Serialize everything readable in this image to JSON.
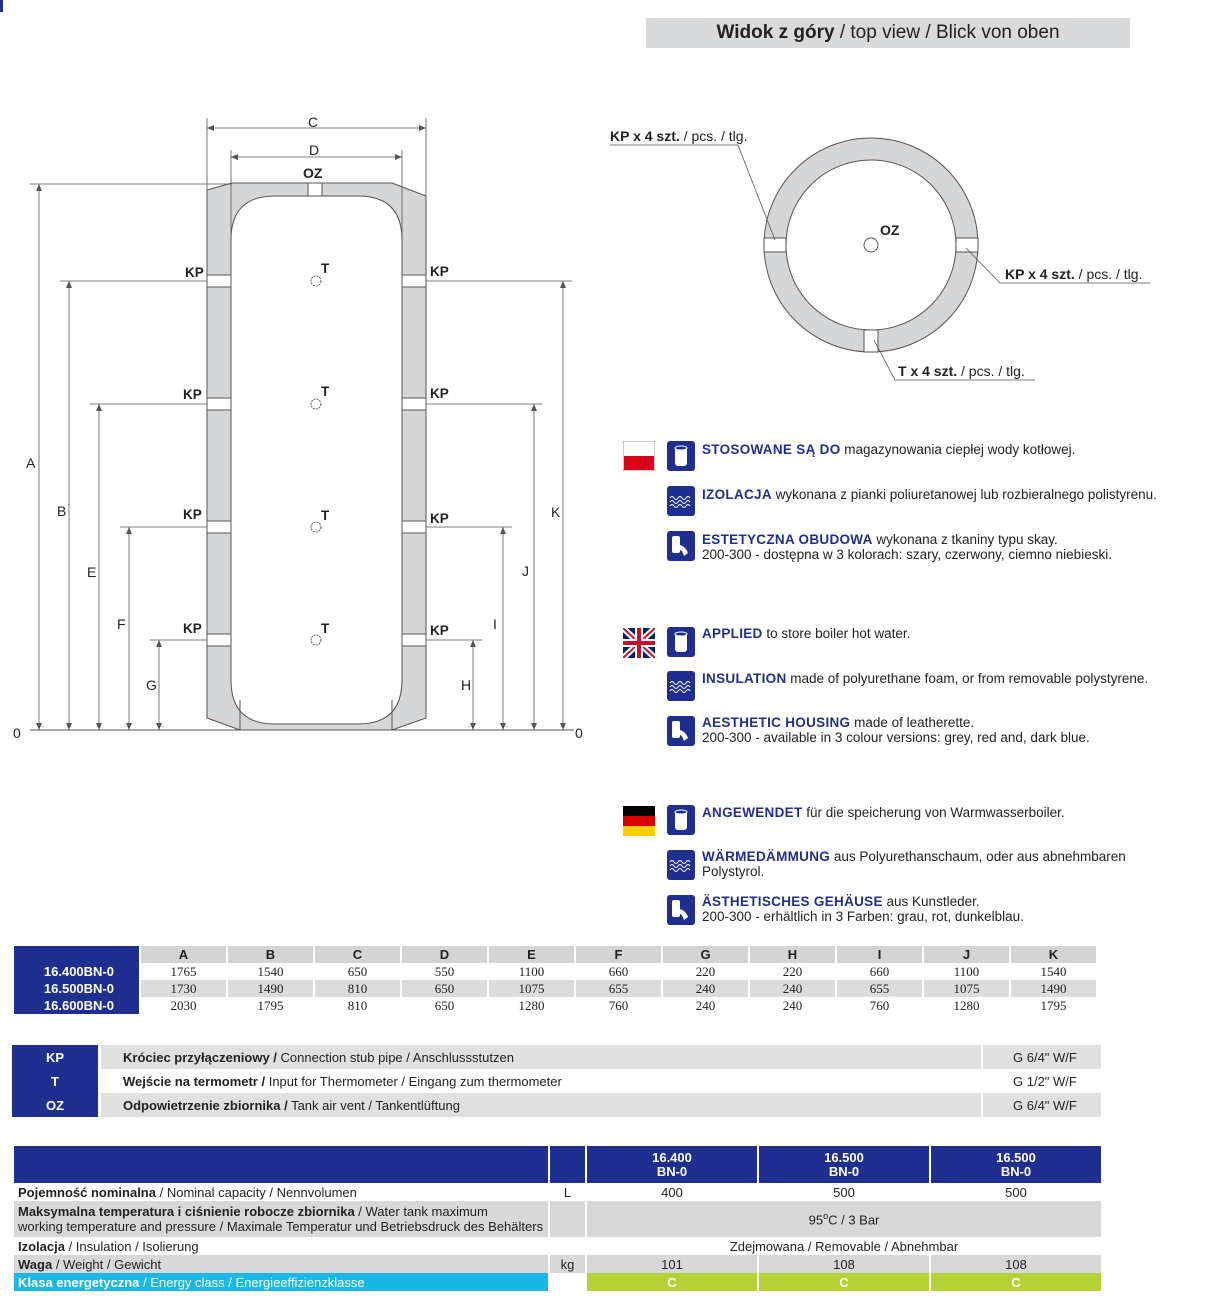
{
  "title": {
    "pl": "Widok z góry",
    "sep": "/",
    "en": "top view",
    "de": "Blick von oben"
  },
  "drawing": {
    "labels": {
      "A": "A",
      "B": "B",
      "C": "C",
      "D": "D",
      "E": "E",
      "F": "F",
      "G": "G",
      "H": "H",
      "I": "I",
      "J": "J",
      "K": "K",
      "zero": "0",
      "oz": "OZ",
      "kp": "KP",
      "t": "T"
    }
  },
  "topview": {
    "oz": "OZ",
    "kp_top": {
      "bold": "KP x 4 szt.",
      "rest": "/ pcs. / tlg."
    },
    "kp_right": {
      "bold": "KP x 4 szt.",
      "rest": "/ pcs. / tlg."
    },
    "t_bottom": {
      "bold": "T x 4 szt.",
      "rest": "/ pcs. / tlg."
    }
  },
  "features": {
    "pl": [
      {
        "key": "STOSOWANE SĄ DO",
        "text": " magazynowania ciepłej wody kotłowej."
      },
      {
        "key": "IZOLACJA",
        "text": " wykonana z pianki poliuretanowej lub rozbieralnego polistyrenu."
      },
      {
        "key": "ESTETYCZNA OBUDOWA",
        "text": " wykonana z tkaniny typu skay.",
        "line2": "200-300 - dostępna w 3 kolorach: szary, czerwony, ciemno niebieski."
      }
    ],
    "en": [
      {
        "key": "APPLIED",
        "text": " to store boiler hot water."
      },
      {
        "key": "INSULATION",
        "text": " made of polyurethane foam, or from removable polystyrene."
      },
      {
        "key": "AESTHETIC HOUSING",
        "text": " made of leatherette.",
        "line2": "200-300 - available in 3 colour versions: grey, red and, dark blue."
      }
    ],
    "de": [
      {
        "key": "ANGEWENDET",
        "text": " für die speicherung von Warmwasserboiler."
      },
      {
        "key": "WÄRMEDÄMMUNG",
        "text": " aus Polyurethanschaum, oder aus abnehmbaren",
        "line2": "Polystyrol."
      },
      {
        "key": "ÄSTHETISCHES GEHÄUSE",
        "text": " aus Kunstleder.",
        "line2": "200-300 - erhältlich in 3 Farben: grau, rot, dunkelblau."
      }
    ]
  },
  "dims_table": {
    "headers": [
      "A",
      "B",
      "C",
      "D",
      "E",
      "F",
      "G",
      "H",
      "I",
      "J",
      "K"
    ],
    "rows": [
      {
        "model": "16.400BN-0",
        "values": [
          "1765",
          "1540",
          "650",
          "550",
          "1100",
          "660",
          "220",
          "220",
          "660",
          "1100",
          "1540"
        ]
      },
      {
        "model": "16.500BN-0",
        "values": [
          "1730",
          "1490",
          "810",
          "650",
          "1075",
          "655",
          "240",
          "240",
          "655",
          "1075",
          "1490"
        ]
      },
      {
        "model": "16.600BN-0",
        "values": [
          "2030",
          "1795",
          "810",
          "650",
          "1280",
          "760",
          "240",
          "240",
          "760",
          "1280",
          "1795"
        ]
      }
    ]
  },
  "connections": [
    {
      "code": "KP",
      "bold": "Króciec przyłączeniowy /",
      "rest": " Connection stub pipe / Anschlussstutzen",
      "value": "G 6/4\" W/F"
    },
    {
      "code": "T",
      "bold": "Wejście na termometr /",
      "rest": " Input for Thermometer / Eingang zum thermometer",
      "value": "G 1/2\" W/F"
    },
    {
      "code": "OZ",
      "bold": "Odpowietrzenie zbiornika /",
      "rest": " Tank air vent / Tankentlüftung",
      "value": "G 6/4\" W/F"
    }
  ],
  "spec": {
    "cols": [
      {
        "l1": "16.400",
        "l2": "BN-0"
      },
      {
        "l1": "16.500",
        "l2": "BN-0"
      },
      {
        "l1": "16.500",
        "l2": "BN-0"
      }
    ],
    "capacity": {
      "bold": "Pojemność nominalna",
      "rest": " / Nominal capacity / Nennvolumen",
      "unit": "L",
      "values": [
        "400",
        "500",
        "500"
      ]
    },
    "maxtemp": {
      "bold": "Maksymalna temperatura i ciśnienie robocze zbiornika",
      "rest": " / Water tank maximum",
      "line2": "working temperature and pressure / Maximale Temperatur und Betriebsdruck des Behälters",
      "value_pre": "95",
      "value_sup": "o",
      "value_post": "C / 3 Bar"
    },
    "insulation": {
      "bold": "Izolacja",
      "rest": " / Insulation / Isolierung",
      "value": "Zdejmowana / Removable / Abnehmbar"
    },
    "weight": {
      "bold": "Waga",
      "rest": " / Weight / Gewicht",
      "unit": "kg",
      "values": [
        "101",
        "108",
        "108"
      ]
    },
    "energy": {
      "bold": "Klasa energetyczna",
      "rest": " / Energy class / Energieeffizienzklasse",
      "values": [
        "C",
        "C",
        "C"
      ]
    }
  },
  "colors": {
    "brand_blue": "#1f2f8f",
    "grey": "#d9dadb",
    "energy_label": "#19b8e6",
    "energy_value": "#b5d334"
  },
  "icons": [
    "tank-icon",
    "insulation-icon",
    "housing-icon"
  ]
}
